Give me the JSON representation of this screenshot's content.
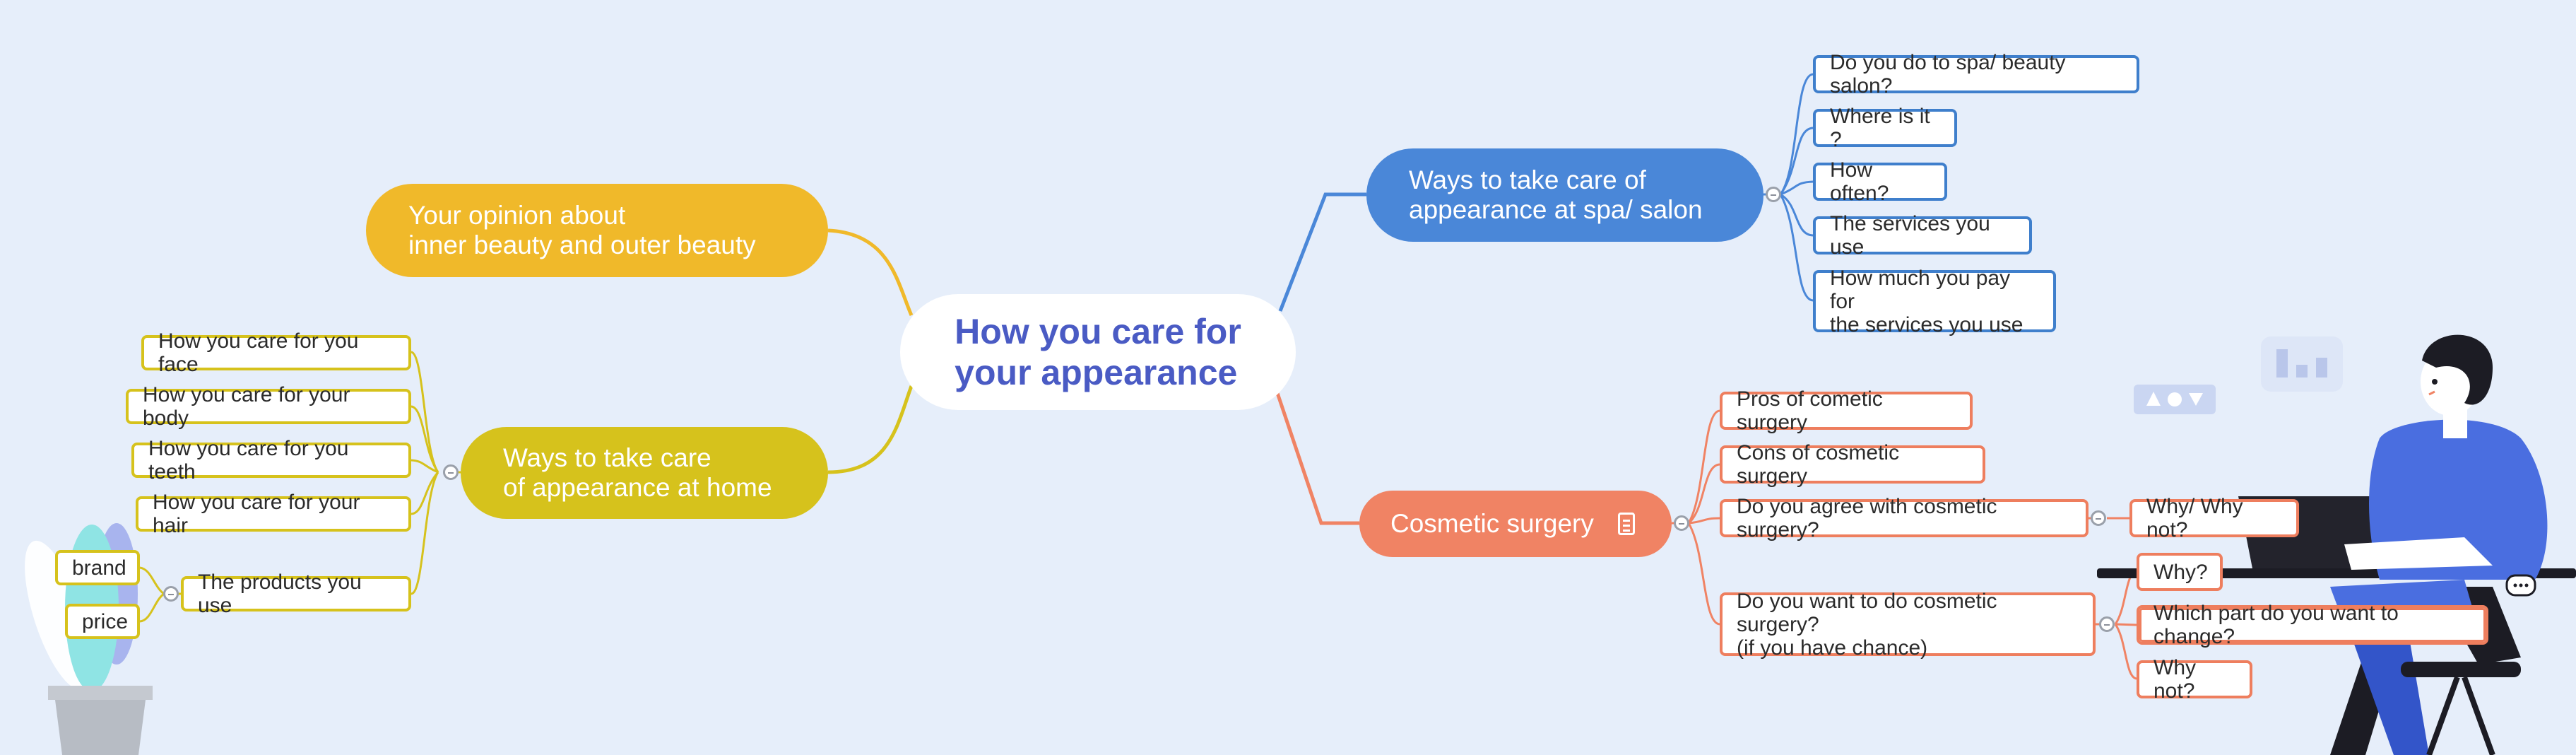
{
  "colors": {
    "background": "#e6eefa",
    "central_text": "#4a5bc4",
    "branch_opinion": "#f0b92a",
    "branch_home": "#d6c21c",
    "branch_spa": "#4a87d8",
    "branch_surgery": "#f08364"
  },
  "central": {
    "label": "How you care for\nyour appearance"
  },
  "branches": {
    "opinion": {
      "label": "Your opinion about\ninner beauty and outer beauty"
    },
    "home": {
      "label": "Ways to take care\nof appearance at home",
      "children": [
        "How you care for you face",
        "How you care for your body",
        "How you care for you teeth",
        "How you care for your hair",
        "The products you use"
      ],
      "products_children": [
        "brand",
        "price"
      ]
    },
    "spa": {
      "label": "Ways to take care of\nappearance at spa/ salon",
      "children": [
        "Do you do to spa/ beauty salon?",
        "Where is it ?",
        "How often?",
        "The services you use",
        "How much you pay for\nthe services you use"
      ]
    },
    "surgery": {
      "label": "Cosmetic surgery",
      "icon": "note-icon",
      "children": [
        "Pros of cometic surgery",
        "Cons of cosmetic surgery",
        "Do you agree with cosmetic surgery?",
        "Do you want to do cosmetic surgery?\n(if you have chance)"
      ],
      "agree_children": [
        "Why/ Why not?"
      ],
      "want_children": [
        "Why?",
        "Which part do you want to change?",
        "Why not?"
      ]
    }
  }
}
